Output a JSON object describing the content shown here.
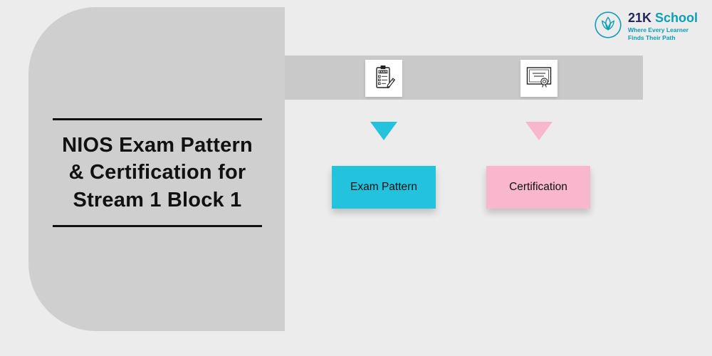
{
  "page": {
    "background": "#ececec"
  },
  "title_panel": {
    "background": "#cfcfcf",
    "lines": [
      "NIOS Exam Pattern",
      "& Certification for",
      "Stream 1 Block 1"
    ]
  },
  "brand": {
    "name_primary": "21K",
    "name_secondary": "School",
    "tagline_lines": [
      "Where Every Learner",
      "Finds Their Path"
    ],
    "color_navy": "#21295c",
    "color_teal": "#0a9fb5"
  },
  "flow": {
    "band_color": "#c9c9c9",
    "items": [
      {
        "label": "Exam Pattern",
        "color": "#23c3de",
        "icon": "exam-clipboard-icon"
      },
      {
        "label": "Certification",
        "color": "#f8b7cd",
        "icon": "certificate-icon"
      }
    ]
  }
}
